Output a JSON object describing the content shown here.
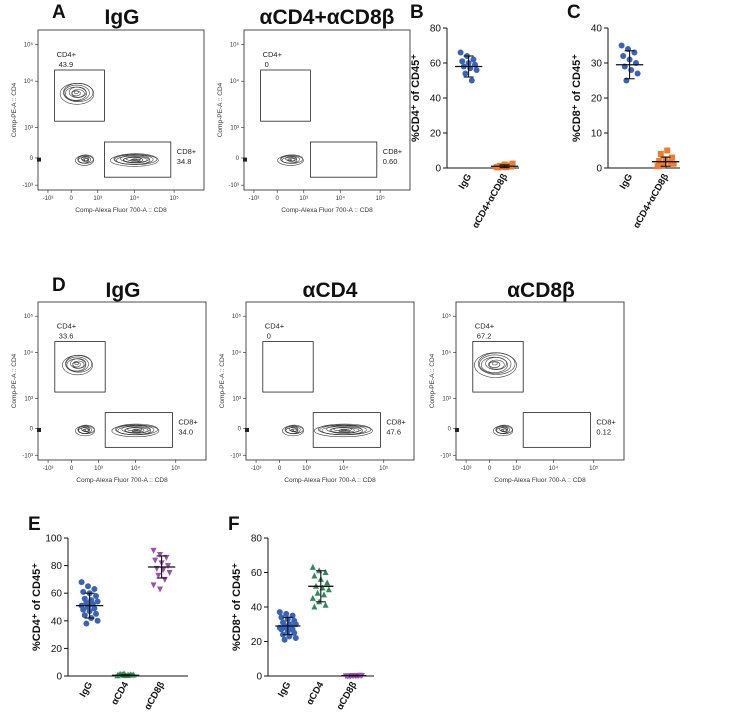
{
  "colors": {
    "igg": "#3a63b8",
    "acd4_acd8b": "#ef7d2d",
    "acd4": "#2e8b57",
    "acd8b": "#9b4fb0",
    "ink": "#111111",
    "contour": "#3a3a3a"
  },
  "flow_common": {
    "x_axis_label": "Comp-Alexa Fluor 700-A :: CD8",
    "y_axis_label": "Comp-PE-A :: CD4",
    "x_ticks": [
      "-10³",
      "0",
      "10³",
      "10⁴",
      "10⁵"
    ],
    "y_ticks": [
      "10⁵",
      "10⁴",
      "10³",
      "0",
      "-10³"
    ]
  },
  "flow_plots": [
    {
      "panel_letter": "A",
      "title": "IgG",
      "cd4_label": "CD4+",
      "cd4_value": "43.9",
      "cd8_label": "CD8+",
      "cd8_value": "34.8",
      "pop_cd4": 0.44,
      "pop_cd8": 0.35,
      "pop_dn": 0.21
    },
    {
      "panel_letter": "",
      "title": "αCD4+αCD8β",
      "cd4_label": "CD4+",
      "cd4_value": "0",
      "cd8_label": "CD8+",
      "cd8_value": "0.60",
      "pop_cd4": 0.0,
      "pop_cd8": 0.006,
      "pop_dn": 0.99
    },
    {
      "panel_letter": "D",
      "title": "IgG",
      "cd4_label": "CD4+",
      "cd4_value": "33.6",
      "cd8_label": "CD8+",
      "cd8_value": "34.0",
      "pop_cd4": 0.34,
      "pop_cd8": 0.34,
      "pop_dn": 0.32
    },
    {
      "panel_letter": "",
      "title": "αCD4",
      "cd4_label": "CD4+",
      "cd4_value": "0",
      "cd8_label": "CD8+",
      "cd8_value": "47.6",
      "pop_cd4": 0.0,
      "pop_cd8": 0.48,
      "pop_dn": 0.52
    },
    {
      "panel_letter": "",
      "title": "αCD8β",
      "cd4_label": "CD4+",
      "cd4_value": "67.2",
      "cd8_label": "CD8+",
      "cd8_value": "0.12",
      "pop_cd4": 0.67,
      "pop_cd8": 0.001,
      "pop_dn": 0.33
    }
  ],
  "chart_data": [
    {
      "panel": "B",
      "type": "scatter",
      "ylabel": "%CD4⁺ of CD45⁺",
      "ylim": [
        0,
        80
      ],
      "yticks": [
        "0",
        "20",
        "40",
        "60",
        "80"
      ],
      "categories": [
        "IgG",
        "αCD4+αCD8β"
      ],
      "series": [
        {
          "category": "IgG",
          "marker": "circle",
          "mean": 58,
          "sd": 6,
          "values": [
            66,
            64,
            62,
            61,
            60,
            59,
            58,
            57,
            56,
            54,
            50
          ]
        },
        {
          "category": "αCD4+αCD8β",
          "marker": "square",
          "mean": 1,
          "sd": 0.8,
          "values": [
            0.5,
            1,
            1.5,
            0.3,
            2,
            0.8,
            1.2,
            0.4,
            2.5,
            0.6
          ]
        }
      ]
    },
    {
      "panel": "C",
      "type": "scatter",
      "ylabel": "%CD8⁺ of CD45⁺",
      "ylim": [
        0,
        40
      ],
      "yticks": [
        "0",
        "10",
        "20",
        "30",
        "40"
      ],
      "categories": [
        "IgG",
        "αCD4+αCD8β"
      ],
      "series": [
        {
          "category": "IgG",
          "marker": "circle",
          "mean": 29.5,
          "sd": 4,
          "values": [
            35,
            34,
            33,
            32,
            31,
            30,
            29,
            28,
            27,
            25
          ]
        },
        {
          "category": "αCD4+αCD8β",
          "marker": "square",
          "mean": 1.8,
          "sd": 1.3,
          "values": [
            0.5,
            1,
            1.5,
            2,
            2.5,
            3,
            4,
            5,
            1.2,
            0.8
          ]
        }
      ]
    },
    {
      "panel": "E",
      "type": "scatter",
      "ylabel": "%CD4⁺ of CD45⁺",
      "ylim": [
        0,
        100
      ],
      "yticks": [
        "0",
        "20",
        "40",
        "60",
        "80",
        "100"
      ],
      "categories": [
        "IgG",
        "αCD4",
        "αCD8β"
      ],
      "series": [
        {
          "category": "IgG",
          "marker": "circle",
          "mean": 51,
          "sd": 9,
          "values": [
            68,
            65,
            63,
            61,
            60,
            58,
            56,
            55,
            54,
            53,
            52,
            51,
            50,
            49,
            48,
            47,
            45,
            44,
            42,
            40,
            38
          ]
        },
        {
          "category": "αCD4",
          "marker": "triangle-up",
          "mean": 0.5,
          "sd": 0.4,
          "values": [
            0.2,
            0.5,
            0.8,
            1,
            0.3,
            0.6,
            1.2,
            0.4,
            0.7,
            0.9,
            0.5,
            0.3,
            1.5
          ]
        },
        {
          "category": "αCD8β",
          "marker": "triangle-down",
          "mean": 79,
          "sd": 8,
          "values": [
            91,
            88,
            86,
            84,
            82,
            80,
            78,
            77,
            75,
            73,
            70,
            66,
            63
          ]
        }
      ]
    },
    {
      "panel": "F",
      "type": "scatter",
      "ylabel": "%CD8⁺ of CD45⁺",
      "ylim": [
        0,
        80
      ],
      "yticks": [
        "0",
        "20",
        "40",
        "60",
        "80"
      ],
      "categories": [
        "IgG",
        "αCD4",
        "αCD8β"
      ],
      "series": [
        {
          "category": "IgG",
          "marker": "circle",
          "mean": 29,
          "sd": 5,
          "values": [
            37,
            36,
            35,
            34,
            33,
            32,
            31,
            30,
            30,
            29,
            29,
            28,
            28,
            27,
            27,
            26,
            25,
            24,
            23,
            22,
            21
          ]
        },
        {
          "category": "αCD4",
          "marker": "triangle-up",
          "mean": 52,
          "sd": 9,
          "values": [
            63,
            61,
            60,
            58,
            56,
            54,
            52,
            51,
            50,
            48,
            47,
            45,
            43,
            41,
            40
          ]
        },
        {
          "category": "αCD8β",
          "marker": "triangle-down",
          "mean": 0.2,
          "sd": 0.2,
          "values": [
            0.1,
            0.2,
            0.3,
            0.1,
            0.2,
            0.4,
            0.1,
            0.2,
            0.3,
            0.1,
            0.2
          ]
        }
      ]
    }
  ]
}
